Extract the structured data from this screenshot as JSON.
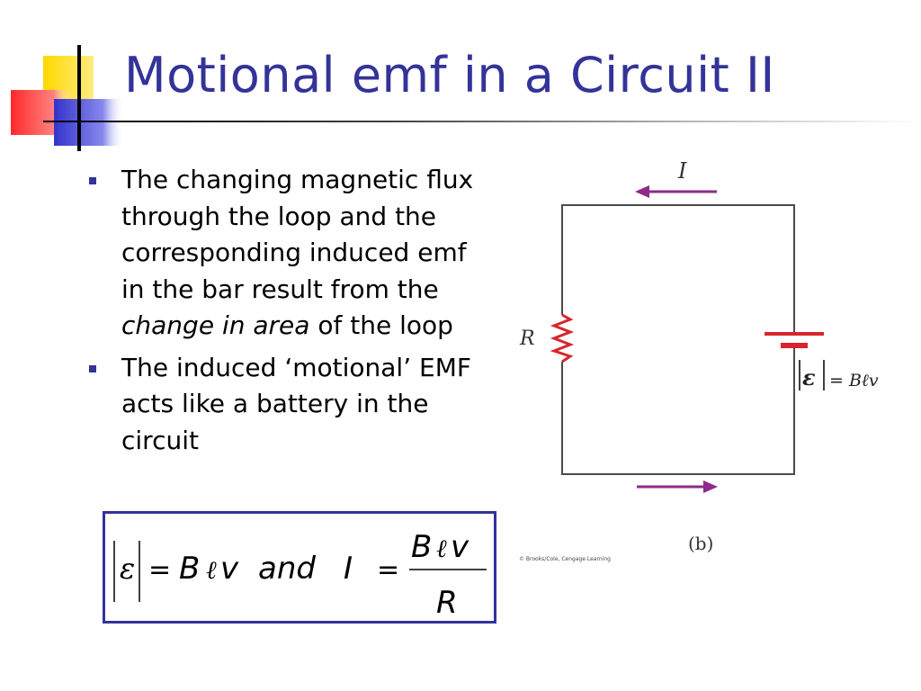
{
  "slide": {
    "title": "Motional emf in a Circuit II",
    "bullets": [
      {
        "before": "The changing magnetic flux through the loop and the corresponding induced emf in the bar result from the ",
        "emph": "change in area",
        "after": " of the loop"
      },
      {
        "text": "The induced ‘motional’ EMF acts like a battery in the circuit"
      }
    ]
  },
  "equation": {
    "lhs_symbol": "ε",
    "equals": "=",
    "rhs_1": "B",
    "rhs_ell": "ℓ",
    "rhs_v": "v",
    "conj": "and",
    "current": "I",
    "num_B": "B",
    "num_ell": "ℓ",
    "num_v": "v",
    "den": "R"
  },
  "circuit": {
    "current_label": "I",
    "resistor_label": "R",
    "emf_symbol": "ε",
    "emf_rhs": "= Bℓv",
    "panel_label": "(b)",
    "credit": "© Brooks/Cole, Cengage Learning",
    "colors": {
      "arrow": "#8e2a8a",
      "resistor": "#d6262c",
      "battery": "#d6262c",
      "wire": "#4a4a4a",
      "title": "#333399"
    }
  }
}
